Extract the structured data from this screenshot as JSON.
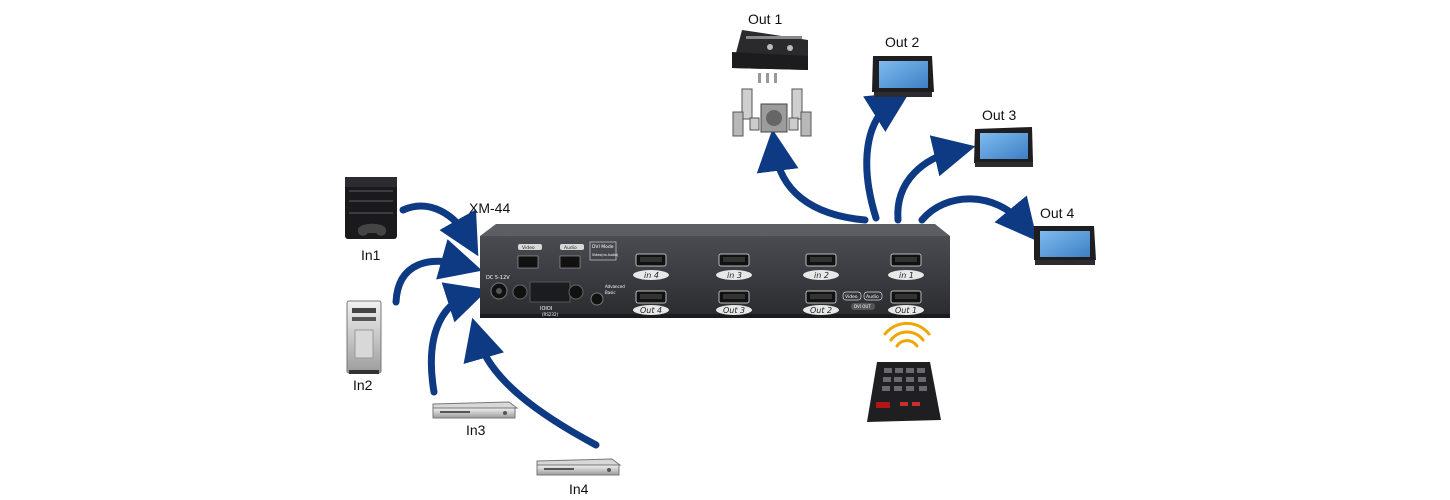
{
  "device": {
    "name": "XM-44",
    "panel": {
      "video_label": "Video",
      "audio_label": "Audio",
      "dvi_mode": "DVI Mode",
      "dvi_sub": "Video(no Audio)",
      "dc_label": "DC 5-12V",
      "serial_label": "IOIOI",
      "serial_sub": "(RS232)",
      "advanced": "Advanced",
      "basic": "Basic",
      "video_audio_left": "Video",
      "video_audio_right": "Audio",
      "dvi_btn": "DVI OUT"
    },
    "inputs": [
      "in 4",
      "in 3",
      "in 2",
      "in 1"
    ],
    "outputs": [
      "Out 4",
      "Out 3",
      "Out 2",
      "Out 1"
    ]
  },
  "sources": {
    "in1": "In1",
    "in2": "In2",
    "in3": "In3",
    "in4": "In4"
  },
  "destinations": {
    "out1": "Out 1",
    "out2": "Out 2",
    "out3": "Out 3",
    "out4": "Out 4"
  },
  "colors": {
    "arrow": "#0d3a82",
    "device": "#2a2b2f",
    "screen": "#5b9fdc",
    "remote_waves": "#f0a500"
  },
  "icons": {
    "in1": "game-console-icon",
    "in2": "desktop-pc-icon",
    "in3": "dvd-player-icon",
    "in4": "dvd-player-icon",
    "out1": "av-receiver-speakers-icon",
    "out2": "tv-monitor-icon",
    "out3": "tv-monitor-icon",
    "out4": "tv-monitor-icon",
    "remote": "remote-control-icon"
  }
}
